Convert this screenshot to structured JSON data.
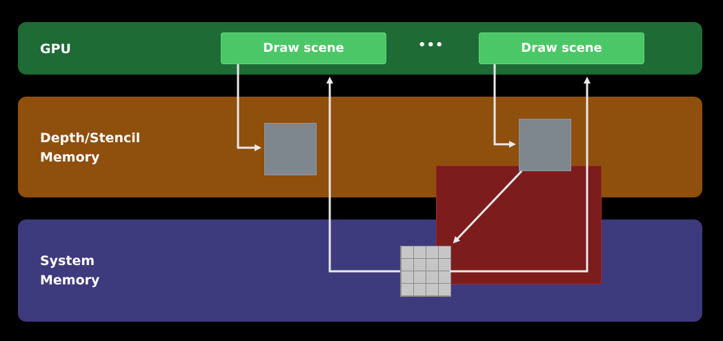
{
  "bands": {
    "gpu": {
      "label": "GPU"
    },
    "depth": {
      "label": "Depth/Stencil\nMemory"
    },
    "system": {
      "label": "System\nMemory"
    }
  },
  "draw_boxes": [
    {
      "label": "Draw scene"
    },
    {
      "label": "Draw scene"
    }
  ],
  "ellipsis": "•••",
  "colors": {
    "background": "#000000",
    "gpu_band": "#1e6b35",
    "depth_band": "#8f4f0d",
    "system_band": "#3e3a7e",
    "draw_box": "#4cc767",
    "tile": "#7d878d",
    "red_region": "#7d1c1c",
    "arrow": "#e9e9e9"
  }
}
